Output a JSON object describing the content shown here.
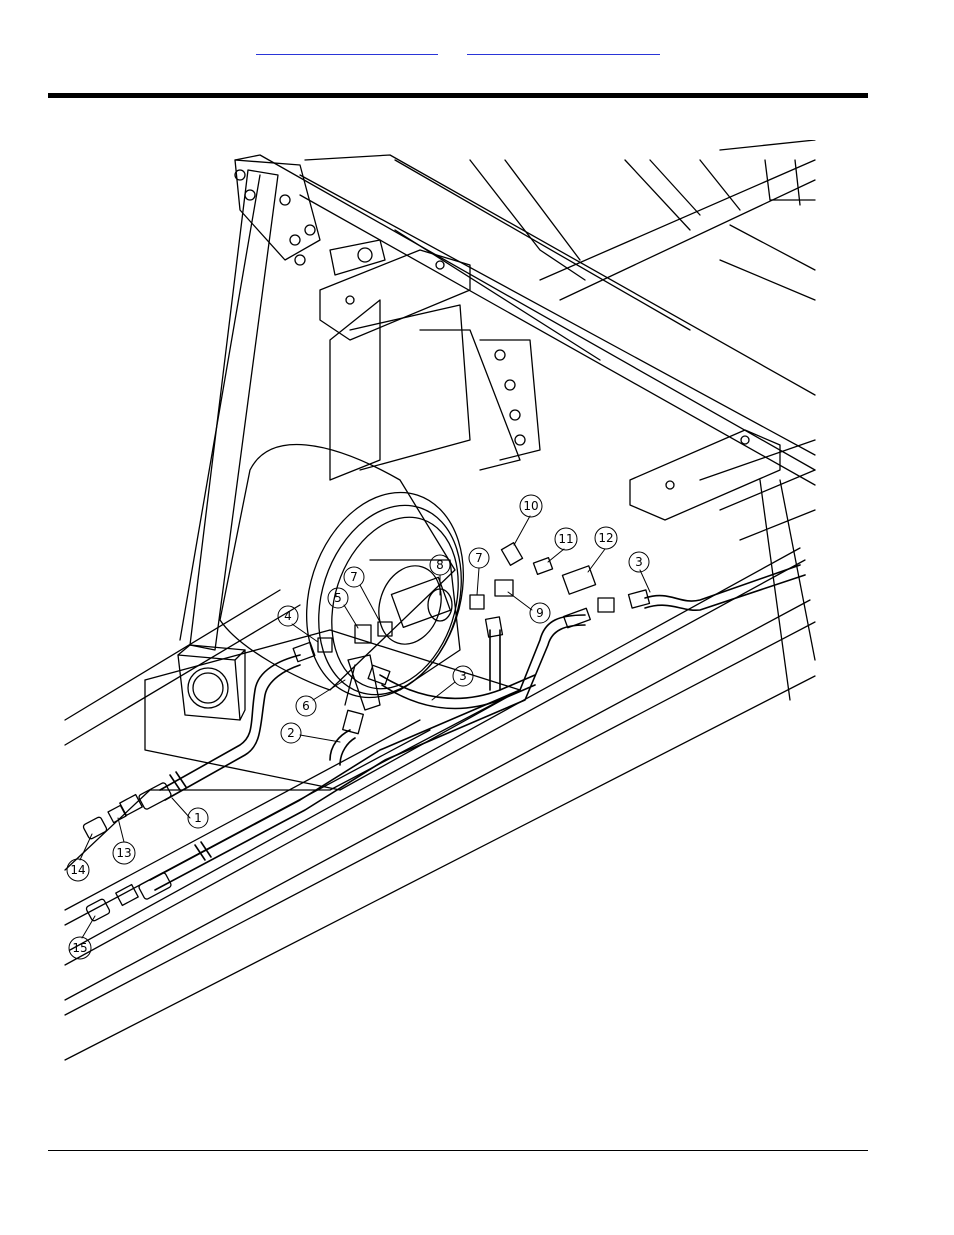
{
  "header": {
    "links": [
      "",
      ""
    ]
  },
  "diagram": {
    "callouts": [
      {
        "id": "c1",
        "label": "1"
      },
      {
        "id": "c2",
        "label": "2"
      },
      {
        "id": "c3a",
        "label": "3"
      },
      {
        "id": "c3b",
        "label": "3"
      },
      {
        "id": "c4",
        "label": "4"
      },
      {
        "id": "c5",
        "label": "5"
      },
      {
        "id": "c6",
        "label": "6"
      },
      {
        "id": "c7a",
        "label": "7"
      },
      {
        "id": "c7b",
        "label": "7"
      },
      {
        "id": "c8",
        "label": "8"
      },
      {
        "id": "c9",
        "label": "9"
      },
      {
        "id": "c10",
        "label": "10"
      },
      {
        "id": "c11",
        "label": "11"
      },
      {
        "id": "c12",
        "label": "12"
      },
      {
        "id": "c13",
        "label": "13"
      },
      {
        "id": "c14",
        "label": "14"
      },
      {
        "id": "c15",
        "label": "15"
      }
    ]
  }
}
